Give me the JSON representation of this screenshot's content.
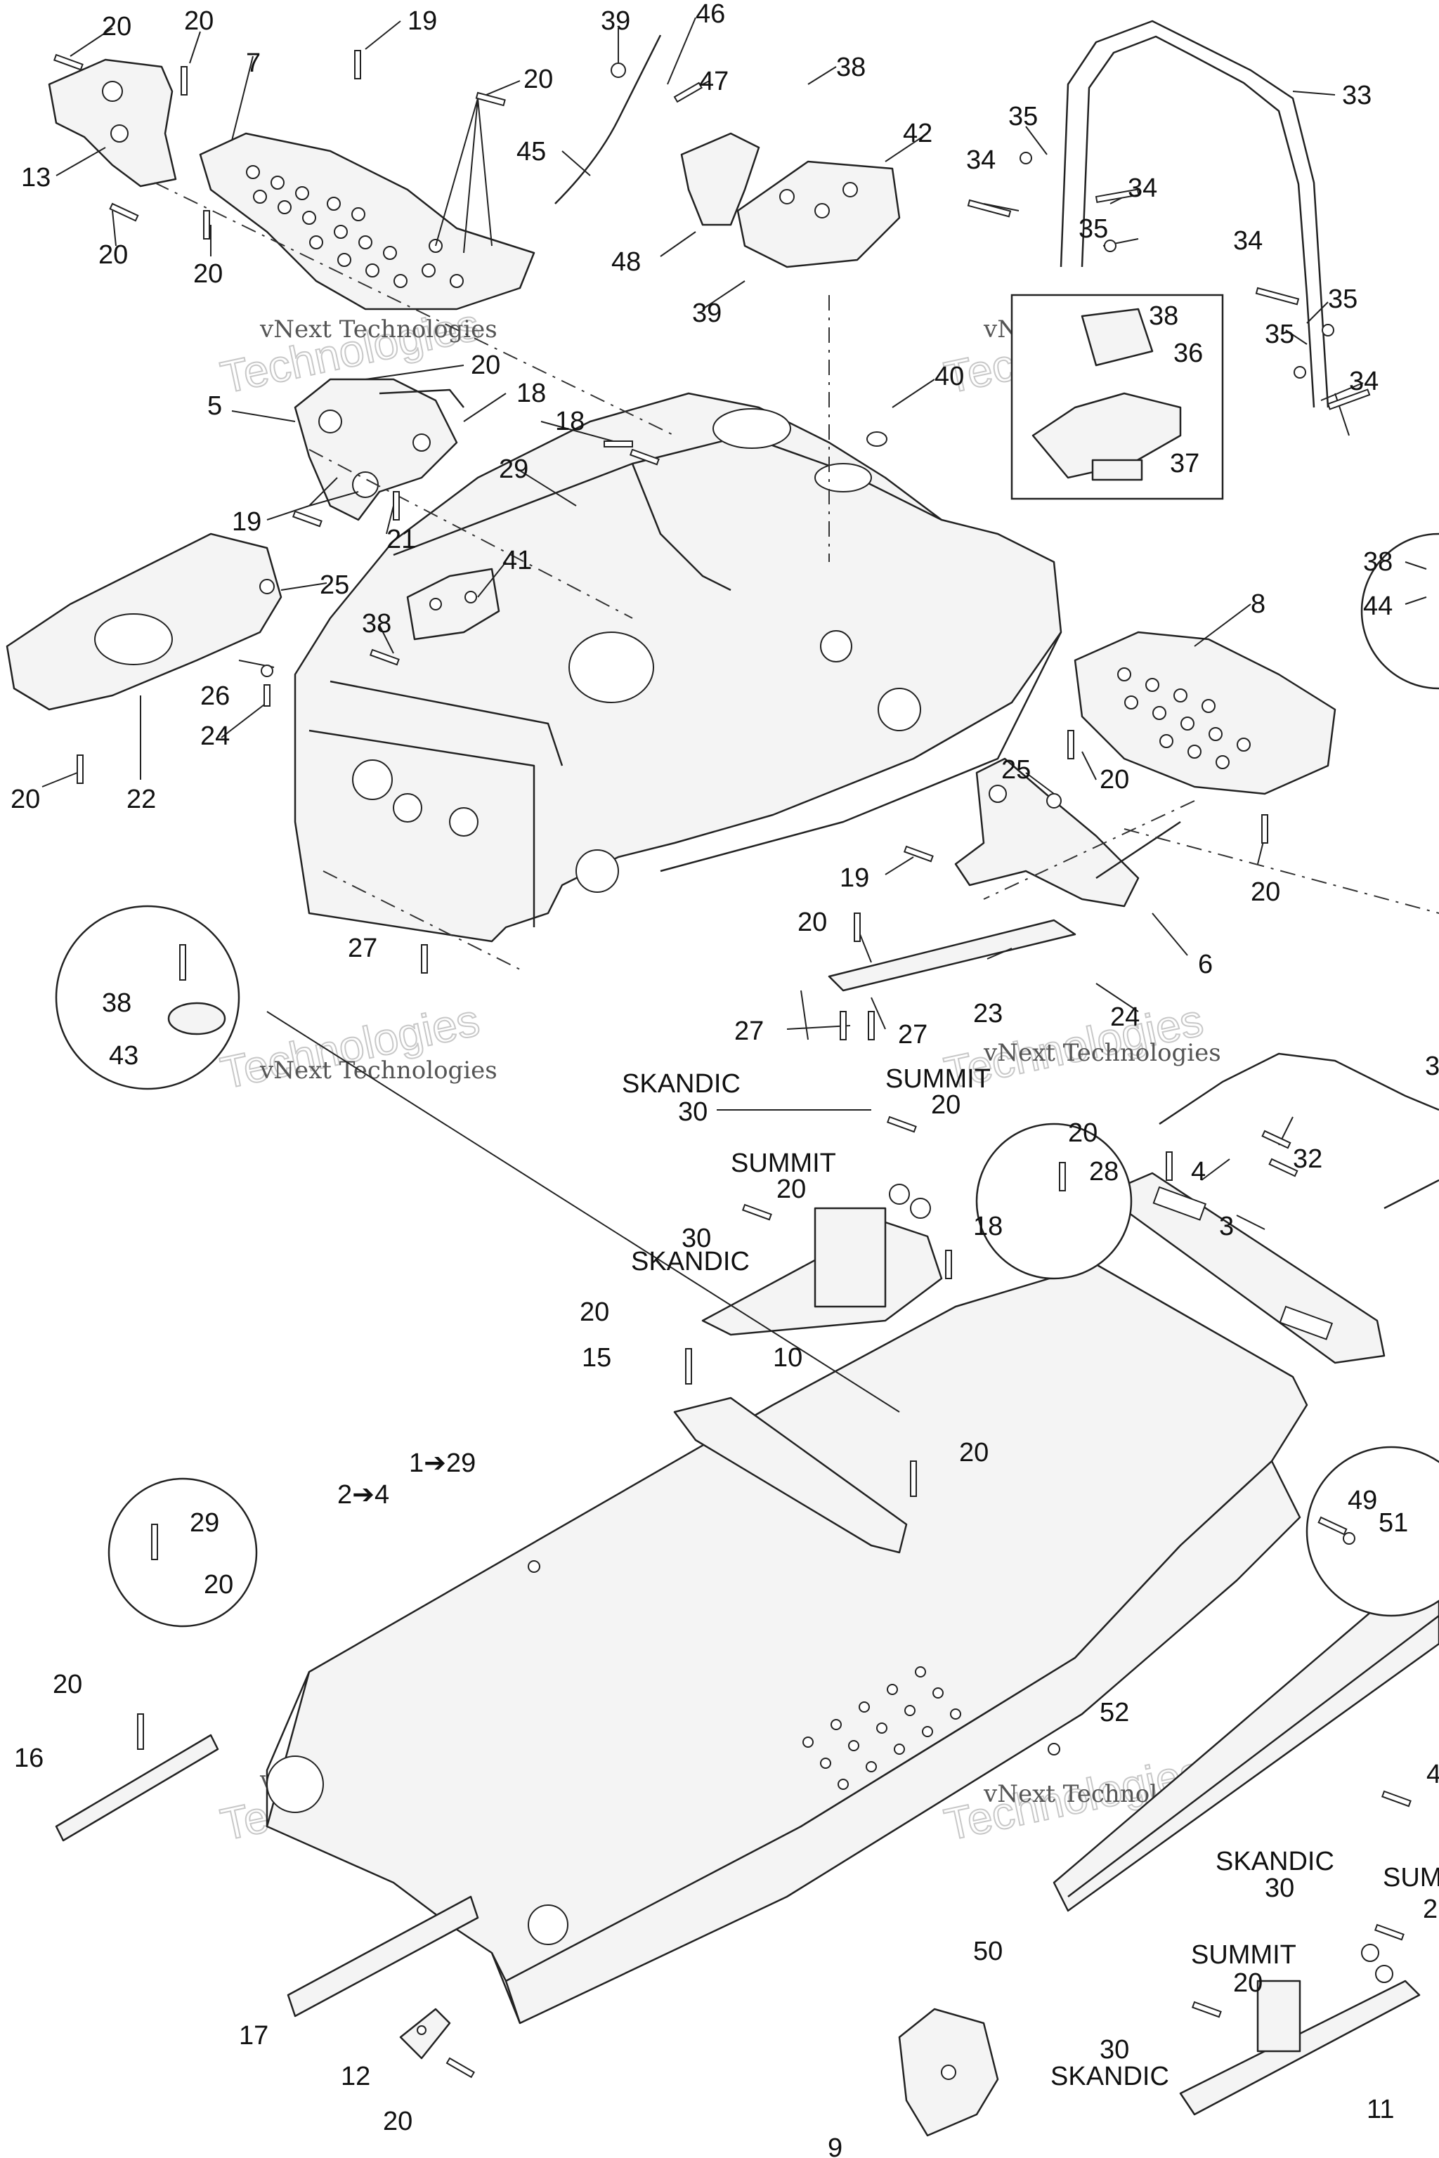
{
  "watermark": {
    "line1": "vNext Technologies",
    "line2": "Technologies"
  },
  "labels": {
    "l20a": "20",
    "l20b": "20",
    "l19a": "19",
    "l7": "7",
    "l20c": "20",
    "l13": "13",
    "l20d": "20",
    "l20e": "20",
    "l39a": "39",
    "l46": "46",
    "l47": "47",
    "l45": "45",
    "l38a": "38",
    "l42": "42",
    "l48": "48",
    "l39b": "39",
    "l33": "33",
    "l35a": "35",
    "l34a": "34",
    "l34b": "34",
    "l35b": "35",
    "l34c": "34",
    "l35c": "35",
    "l35d": "35",
    "l34d": "34",
    "l38b": "38",
    "l36": "36",
    "l37": "37",
    "l40": "40",
    "l20f": "20",
    "l5": "5",
    "l18a": "18",
    "l18b": "18",
    "l29a": "29",
    "l19b": "19",
    "l21": "21",
    "l41": "41",
    "l25a": "25",
    "l38c": "38",
    "l26": "26",
    "l24a": "24",
    "l20g": "20",
    "l22": "22",
    "l8": "8",
    "l38d": "38",
    "l44": "44",
    "l25b": "25",
    "l20h": "20",
    "l19c": "19",
    "l20i": "20",
    "l6": "6",
    "l20j": "20",
    "l27a": "27",
    "l38e": "38",
    "l43": "43",
    "l27b": "27",
    "l27c": "27",
    "l23": "23",
    "l24b": "24",
    "l3a": "3",
    "skandic1": "SKANDIC",
    "summit1": "SUMMIT",
    "l30a": "30",
    "l20k": "20",
    "l20l": "20",
    "l28": "28",
    "l4": "4",
    "l32": "32",
    "summit2": "SUMMIT",
    "l20m": "20",
    "l30b": "30",
    "skandic2": "SKANDIC",
    "l18c": "18",
    "l3b": "3",
    "l10": "10",
    "l20n": "20",
    "l15": "15",
    "l20o": "20",
    "l1to29": "1➔29",
    "l2to4": "2➔4",
    "l29b": "29",
    "l20p": "20",
    "l49": "49",
    "l51": "51",
    "l20q": "20",
    "l16": "16",
    "l52": "52",
    "l4b": "4",
    "skandic3": "SKANDIC",
    "l30c": "30",
    "sum3": "SUM",
    "l2c": "2",
    "l50": "50",
    "summit3": "SUMMIT",
    "l20r": "20",
    "l30d": "30",
    "skandic4": "SKANDIC",
    "l17": "17",
    "l12": "12",
    "l20s": "20",
    "l11": "11",
    "l9": "9"
  }
}
